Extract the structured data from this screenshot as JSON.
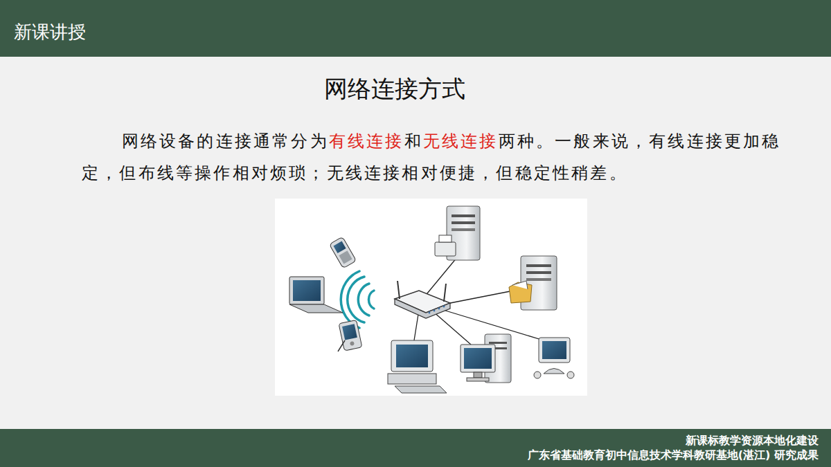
{
  "diagram": {
    "title": "网络连接方式",
    "labels": [
      "新课讲授",
      "网络设备的连接通常分为",
      "有线连接",
      "和",
      "无线连接",
      "两种。一般来说，有线连接更加稳定，但布线等操作相对烦琐；无线连接相对便捷，但稳定性稍差。",
      "新课标教学资源本地化建设",
      "广东省基础教育初中信息技术学科教研基地(湛江) 研究成果"
    ]
  }
}
